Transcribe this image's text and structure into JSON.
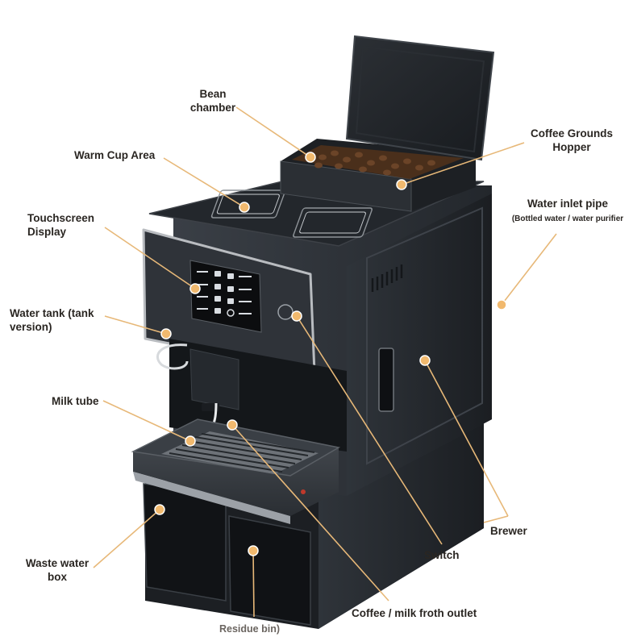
{
  "colors": {
    "leader_line": "#e7b878",
    "callout_dot": "#f1b96e",
    "label_text": "#2a2622",
    "machine_body": "#2b2f35",
    "machine_dark": "#15181c",
    "machine_trim": "#b9bcc0",
    "beans": "#5b3a22"
  },
  "labels": {
    "bean_chamber": {
      "line1": "Bean",
      "line2": "chamber"
    },
    "coffee_grounds_hopper": {
      "line1": "Coffee Grounds",
      "line2": "Hopper"
    },
    "warm_cup_area": "Warm Cup Area",
    "water_inlet_pipe": {
      "title": "Water inlet pipe",
      "note": "(Bottled water / water purifier"
    },
    "touchscreen_display": {
      "line1": "Touchscreen",
      "line2": "Display"
    },
    "water_tank": {
      "line1": "Water tank (tank",
      "line2": "version)"
    },
    "milk_tube": "Milk tube",
    "brewer": "Brewer",
    "switch": "Switch",
    "waste_water_box": {
      "line1": "Waste water",
      "line2": "box"
    },
    "coffee_milk_froth_outlet": "Coffee / milk froth outlet",
    "residue_bin": "Residue bin)"
  },
  "icons": {
    "touchscreen_buttons": [
      "cup-icon",
      "cup-icon",
      "cup-icon",
      "cup-icon",
      "cup-icon",
      "cup-icon",
      "cup-icon",
      "settings-icon"
    ]
  }
}
